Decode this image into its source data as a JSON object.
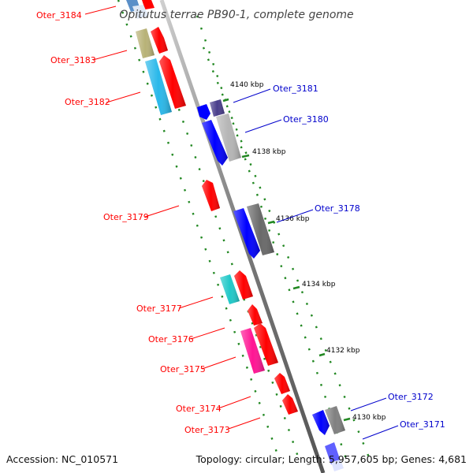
{
  "title": "Opitutus terrae PB90-1, complete genome",
  "footer": {
    "accession": "Accession: NC_010571",
    "summary": "Topology: circular; Length: 5,957,605 bp; Genes: 4,681"
  },
  "scale_labels": [
    "4140 kbp",
    "4138 kbp",
    "4136 kbp",
    "4134 kbp",
    "4132 kbp",
    "4130 kbp"
  ],
  "genes": [
    {
      "id": "Oter_3184",
      "strand": "left",
      "color": "#5a8fc8"
    },
    {
      "id": "Oter_3183",
      "strand": "left",
      "color": "#b8b277"
    },
    {
      "id": "Oter_3182",
      "strand": "left",
      "color": "#29b8ea"
    },
    {
      "id": "Oter_3181",
      "strand": "right",
      "color": "#483d8b"
    },
    {
      "id": "Oter_3180",
      "strand": "right",
      "color": "#b5b5b5"
    },
    {
      "id": "Oter_3179",
      "strand": "left",
      "color": "#ff0000"
    },
    {
      "id": "Oter_3178",
      "strand": "right",
      "color": "#696969"
    },
    {
      "id": "Oter_3177",
      "strand": "left",
      "color": "#20c8c8"
    },
    {
      "id": "Oter_3176",
      "strand": "left",
      "color": "#ff0000"
    },
    {
      "id": "Oter_3175",
      "strand": "left",
      "color": "#ff1493"
    },
    {
      "id": "Oter_3174",
      "strand": "left",
      "color": "#ff0000"
    },
    {
      "id": "Oter_3173",
      "strand": "left",
      "color": "#ff0000"
    },
    {
      "id": "Oter_3172",
      "strand": "right",
      "color": "#808080"
    },
    {
      "id": "Oter_3171",
      "strand": "right",
      "color": "#6060ff"
    }
  ],
  "colors": {
    "left_label": "#ff0000",
    "right_label": "#0000cc",
    "forward_gene": "#ff0000",
    "reverse_gene": "#0000ff",
    "backbone": "#888888",
    "tick": "#228822"
  }
}
